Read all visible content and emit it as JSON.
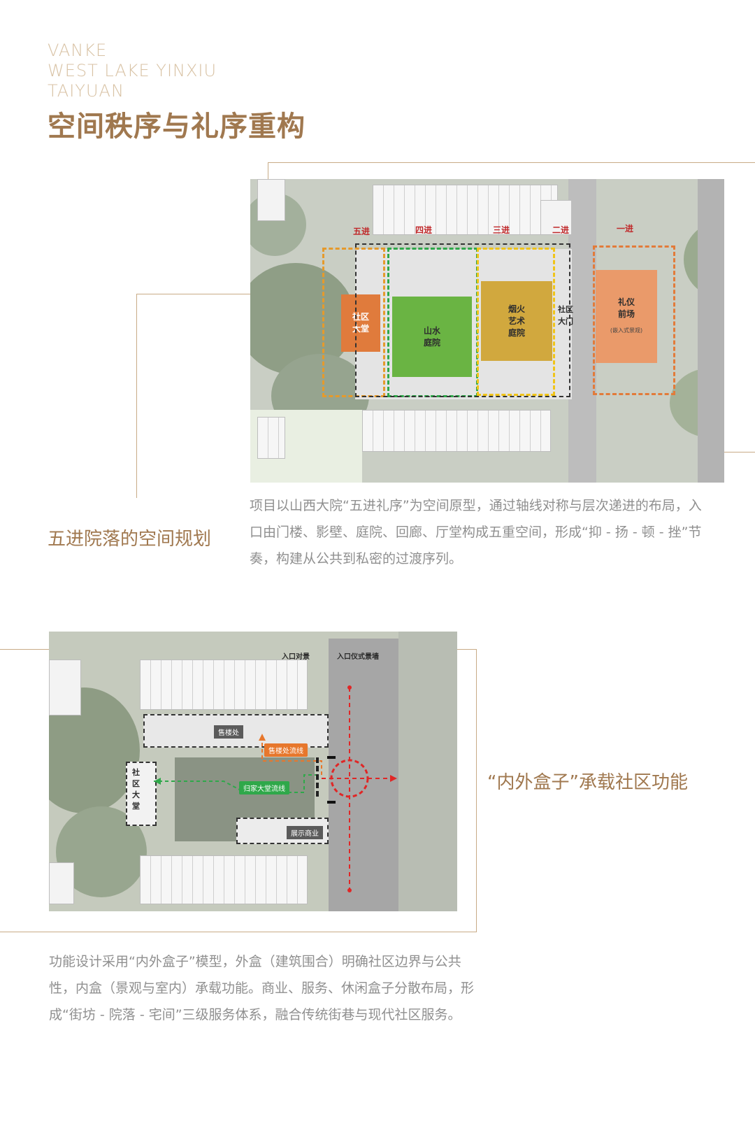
{
  "header": {
    "brand_lines": [
      "VANKE",
      "WEST LAKE YINXIU",
      "TAIYUAN"
    ],
    "title": "空间秩序与礼序重构"
  },
  "section1": {
    "subtitle": "五进院落的空间规划",
    "paragraph": "项目以山西大院“五进礼序”为空间原型，通过轴线对称与层次递进的布局，入口由门楼、影壁、庭院、回廊、厅堂构成五重空间，形成“抑 - 扬 - 顿 - 挫”节奏，构建从公共到私密的过渡序列。",
    "plan": {
      "jin_labels": [
        "五进",
        "四进",
        "三进",
        "二进",
        "一进"
      ],
      "zones": {
        "lobby": [
          "社区",
          "大堂"
        ],
        "shanshui": [
          "山水",
          "庭院"
        ],
        "yanhuo": [
          "烟火",
          "艺术",
          "庭院"
        ],
        "gate": [
          "社区",
          "大门"
        ],
        "liyi": [
          "礼仪",
          "前场"
        ],
        "liyi_note": "(嵌入式景观)"
      },
      "colors": {
        "lobby": "#e07b3c",
        "shanshui": "#6ab443",
        "yanhuo": "#d1a83e",
        "liyi": "#ea9a6a",
        "dash_orange": "#e59a2c",
        "dash_green": "#2fa84a",
        "dash_yellow": "#f0c419",
        "dash_red": "#c0282a"
      }
    }
  },
  "section2": {
    "subtitle": "“内外盒子”承载社区功能",
    "paragraph": "功能设计采用“内外盒子”模型，外盒（建筑围合）明确社区边界与公共性，内盒（景观与室内）承载功能。商业、服务、休闲盒子分散布局，形成“街坊 - 院落 - 宅间”三级服务体系，融合传统街巷与现代社区服务。",
    "plan": {
      "labels": {
        "entry_view": "入口对景",
        "entry_wall": "入口仪式景墙",
        "sales": "售楼处",
        "sales_flow": "售楼处流线",
        "home_flow": "归家大堂流线",
        "lobby": "社区大堂",
        "commerce": "展示商业"
      },
      "colors": {
        "sales_flow": "#e7772c",
        "home_flow": "#2fa84a",
        "axis": "#e02626"
      }
    }
  }
}
